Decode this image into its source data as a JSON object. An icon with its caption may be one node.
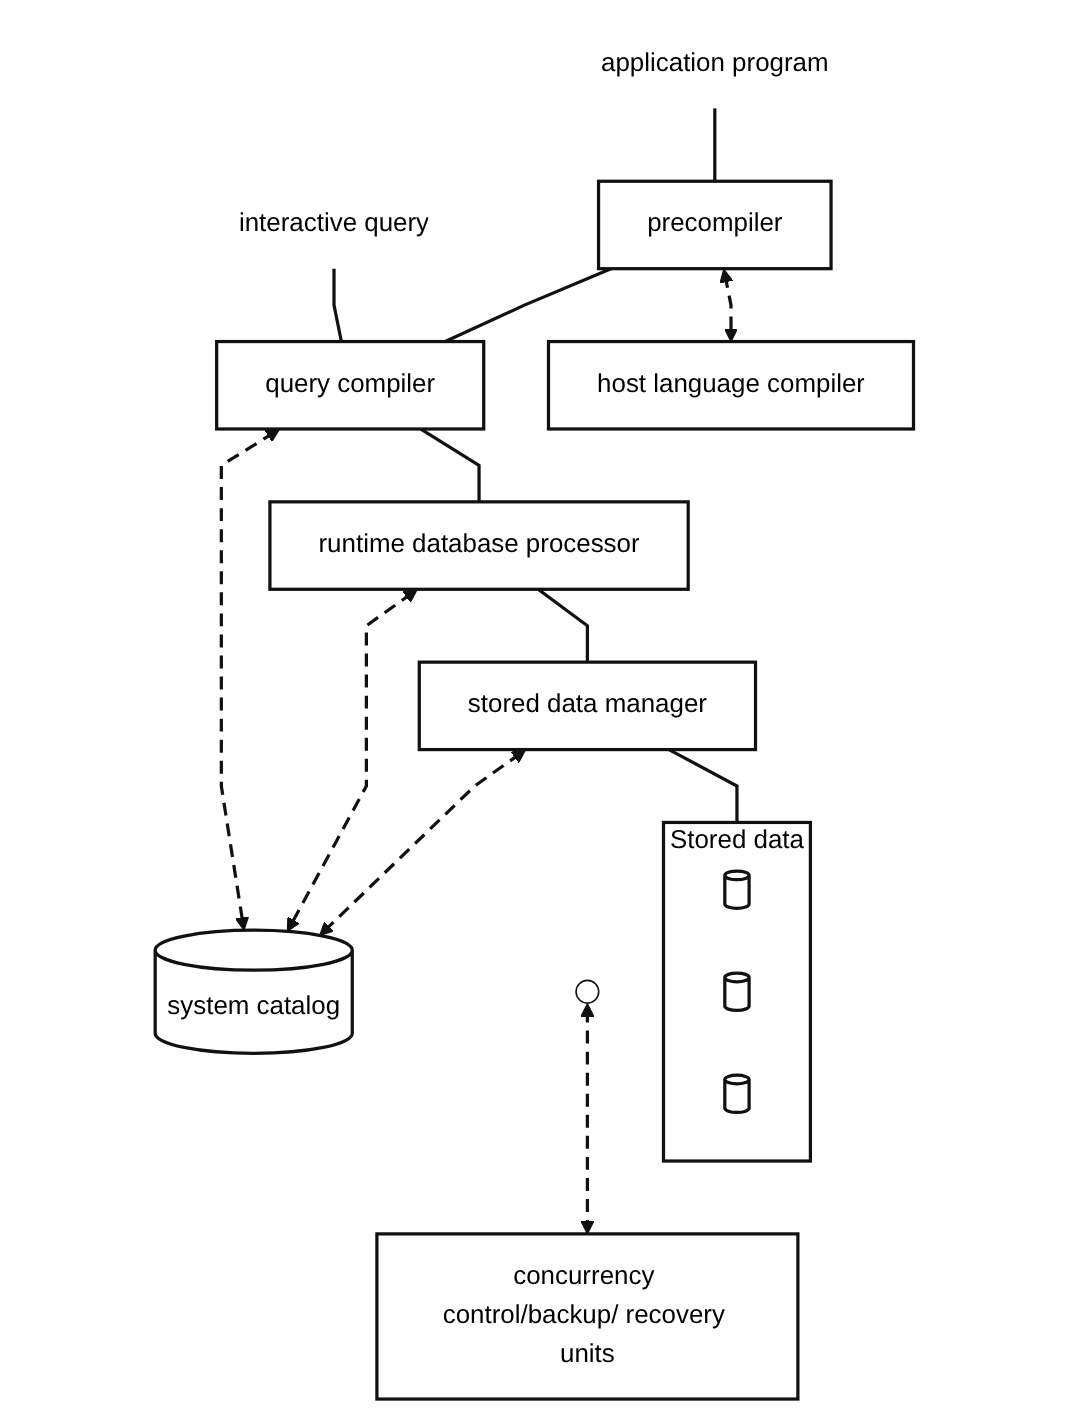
{
  "diagram": {
    "nodes": [
      {
        "text": [
          "interactive query"
        ]
      },
      {
        "text": [
          "application program"
        ]
      },
      {
        "text": [
          "precompiler"
        ]
      },
      {
        "text": [
          "host language compiler"
        ]
      },
      {
        "text": [
          "query compiler"
        ]
      },
      {
        "text": [
          "system catalog"
        ]
      },
      {
        "text": [
          "runtime database processor"
        ]
      },
      {
        "text": [
          "stored data manager"
        ]
      },
      {
        "text": [
          "concurrency control/backup/ recovery units"
        ]
      },
      {
        "text": [
          "Stored data"
        ]
      },
      {
        "text": [],
        "shape": "cylinder",
        "in": 9
      },
      {
        "text": [],
        "shape": "cylinder",
        "in": 9
      },
      {
        "text": [],
        "shape": "cylinder",
        "in": 9
      }
    ],
    "edges": [
      {
        "from": 0,
        "to": 4,
        "arrow": "none"
      },
      {
        "from": 1,
        "to": 2,
        "arrow": "none"
      },
      {
        "from": 2,
        "to": 4,
        "arrow": "none"
      },
      {
        "from": 2,
        "to": 3,
        "arrow": "both",
        "style": "dashed"
      },
      {
        "from": 4,
        "to": 5,
        "arrow": "both",
        "style": "dashed"
      },
      {
        "from": 6,
        "to": 5,
        "arrow": "both",
        "style": "dashed"
      },
      {
        "from": 7,
        "to": 5,
        "arrow": "both",
        "style": "dashed"
      },
      {
        "from": 4,
        "to": 6,
        "arrow": "none"
      },
      {
        "from": 6,
        "to": 7,
        "arrow": "none"
      },
      {
        "from": 7,
        "to": 9,
        "arrow": "none"
      },
      {
        "from": null,
        "to": 8,
        "arrow": "both",
        "style": "dashed"
      }
    ]
  }
}
